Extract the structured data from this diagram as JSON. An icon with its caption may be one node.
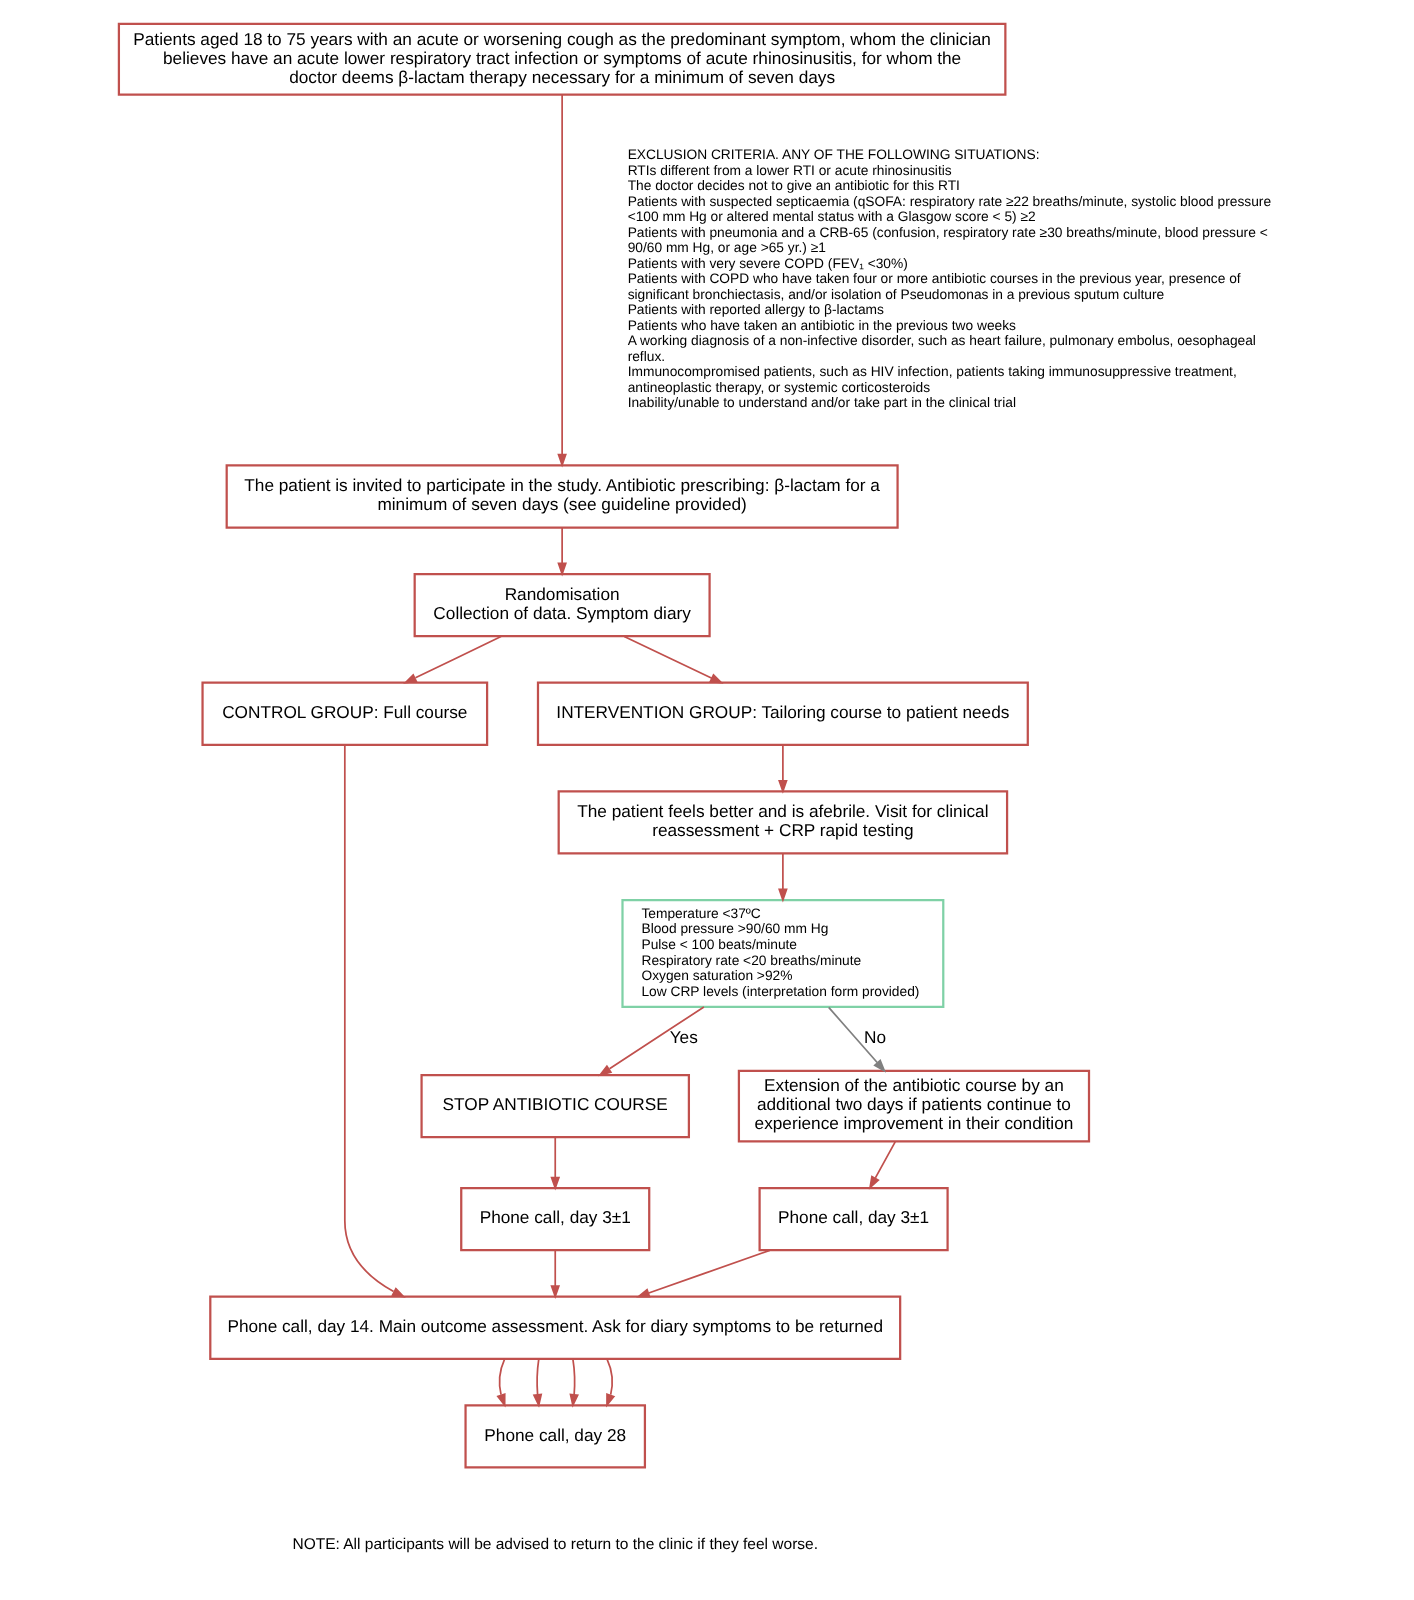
{
  "diagram": {
    "nodes": [
      {
        "text": [
          "Patients aged 18 to 75 years with an acute or worsening cough as the predominant symptom, whom the clinician believes have an acute lower respiratory tract infection or symptoms of acute rhinosinusitis, for whom the doctor deems β-lactam therapy necessary for a minimum of seven days"
        ]
      },
      {
        "text": [
          "The patient is invited to participate in the study. Antibiotic prescribing: β-lactam for a minimum of seven days (see guideline provided)"
        ]
      },
      {
        "text": [
          "Randomisation",
          "Collection of data. Symptom diary"
        ]
      },
      {
        "text": [
          "CONTROL GROUP: Full course"
        ]
      },
      {
        "text": [
          "INTERVENTION GROUP: Tailoring course to patient needs"
        ]
      },
      {
        "text": [
          "The patient feels better and is afebrile. Visit for clinical reassessment + CRP rapid testing"
        ]
      },
      {
        "text": [
          "Temperature <37ºC",
          "Blood pressure >90/60 mm Hg",
          "Pulse < 100 beats/minute",
          "Respiratory rate <20 breaths/minute",
          "Oxygen saturation >92%",
          "Low CRP levels (interpretation form provided)"
        ]
      },
      {
        "text": [
          "STOP ANTIBIOTIC COURSE"
        ]
      },
      {
        "text": [
          "Extension of the antibiotic course by an additional two days if patients continue to experience improvement in their condition"
        ]
      },
      {
        "text": [
          "Phone call, day 3±1"
        ]
      },
      {
        "text": [
          "Phone call, day 3±1"
        ]
      },
      {
        "text": [
          "Phone call, day 14. Main outcome assessment. Ask for diary symptoms to be returned"
        ]
      },
      {
        "text": [
          "Phone call, day 28"
        ]
      }
    ],
    "edges": [
      {
        "from": 0,
        "to": 1,
        "arrow": "to"
      },
      {
        "from": 1,
        "to": 2,
        "arrow": "to"
      },
      {
        "from": 2,
        "to": 3,
        "arrow": "to"
      },
      {
        "from": 2,
        "to": 4,
        "arrow": "to"
      },
      {
        "from": 4,
        "to": 5,
        "arrow": "to"
      },
      {
        "from": 5,
        "to": 6,
        "arrow": "to"
      },
      {
        "from": 6,
        "to": 7,
        "arrow": "to",
        "label": "Yes"
      },
      {
        "from": 6,
        "to": 8,
        "arrow": "to",
        "label": "No",
        "color": "#808080"
      },
      {
        "from": 7,
        "to": 9,
        "arrow": "to"
      },
      {
        "from": 8,
        "to": 10,
        "arrow": "to"
      },
      {
        "from": 3,
        "to": 11,
        "arrow": "to"
      },
      {
        "from": 9,
        "to": 11,
        "arrow": "to"
      },
      {
        "from": 10,
        "to": 11,
        "arrow": "to"
      },
      {
        "from": 11,
        "to": 12,
        "arrow": "to"
      },
      {
        "from": 11,
        "to": 12,
        "arrow": "to"
      },
      {
        "from": 11,
        "to": 12,
        "arrow": "to"
      },
      {
        "from": 11,
        "to": 12,
        "arrow": "to"
      }
    ],
    "labels": [
      "EXCLUSION CRITERIA. ANY OF THE FOLLOWING SITUATIONS:",
      "RTIs different from a lower RTI or acute rhinosinusitis",
      "The doctor decides not to give an antibiotic for this RTI",
      "Patients with suspected septicaemia (qSOFA: respiratory rate ≥22 breaths/minute, systolic blood pressure <100 mm Hg or altered mental status with a Glasgow score < 5) ≥2",
      "Patients with pneumonia and a CRB-65 (confusion, respiratory rate ≥30 breaths/minute, blood pressure < 90/60 mm Hg, or age >65 yr.) ≥1",
      "Patients with very severe COPD (FEV₁ <30%)",
      "Patients with COPD who have taken four or more antibiotic courses in the previous year, presence of significant bronchiectasis, and/or isolation of Pseudomonas in a previous sputum culture",
      "Patients with reported allergy to β-lactams",
      "Patients who have taken an antibiotic in the previous two weeks",
      "A working diagnosis of a non-infective disorder, such as heart failure, pulmonary embolus, oesophageal reflux.",
      "Immunocompromised patients, such as HIV infection, patients taking immunosuppressive treatment, antineoplastic therapy, or systemic corticosteroids",
      "Inability/unable to understand and/or take part in the clinical trial",
      "NOTE: All participants will be advised to return to the clinic if they feel worse."
    ]
  }
}
